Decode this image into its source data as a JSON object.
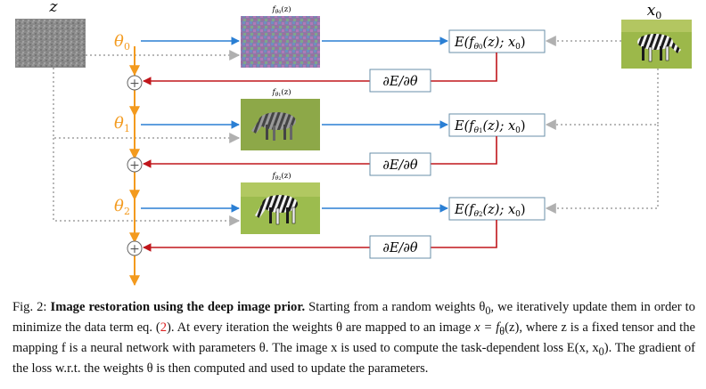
{
  "figure": {
    "z_label": "z",
    "x0_label": "x",
    "x0_sub": "0",
    "theta_symbol": "θ",
    "theta_indices": [
      "0",
      "1",
      "2"
    ],
    "feature_label": "f",
    "feature_sub_prefix": "θ",
    "feature_arg": "(z)",
    "loss_prefix": "E(f",
    "loss_suffix": "(z); x",
    "loss_close": ")",
    "gradient_label": "∂E/∂θ",
    "plus_symbol": "+",
    "colors": {
      "forward": "#2a7fd4",
      "gradient": "#c0161b",
      "update": "#f39a1e",
      "dotted": "#b8b8b8"
    }
  },
  "caption": {
    "fig_label": "Fig. 2:",
    "title": "Image restoration using the deep image prior.",
    "line1_rest": "Starting from a random weights θ",
    "line1_sub": "0",
    "line1_end": ", we iteratively",
    "line2_a": "update them in order to minimize the data term eq. (",
    "line2_ref": "2",
    "line2_b": "). At every iteration the weights θ are mapped to an image",
    "line3": "x = f",
    "line3_sub": "θ",
    "line3_rest": "(z), where z is a fixed tensor and the mapping f is a neural network with parameters θ. The image x is",
    "line4": "used to compute the task-dependent loss E(x, x",
    "line4_sub": "0",
    "line4_rest": "). The gradient of the loss w.r.t. the weights θ is then computed",
    "line5": "and used to update the parameters."
  }
}
